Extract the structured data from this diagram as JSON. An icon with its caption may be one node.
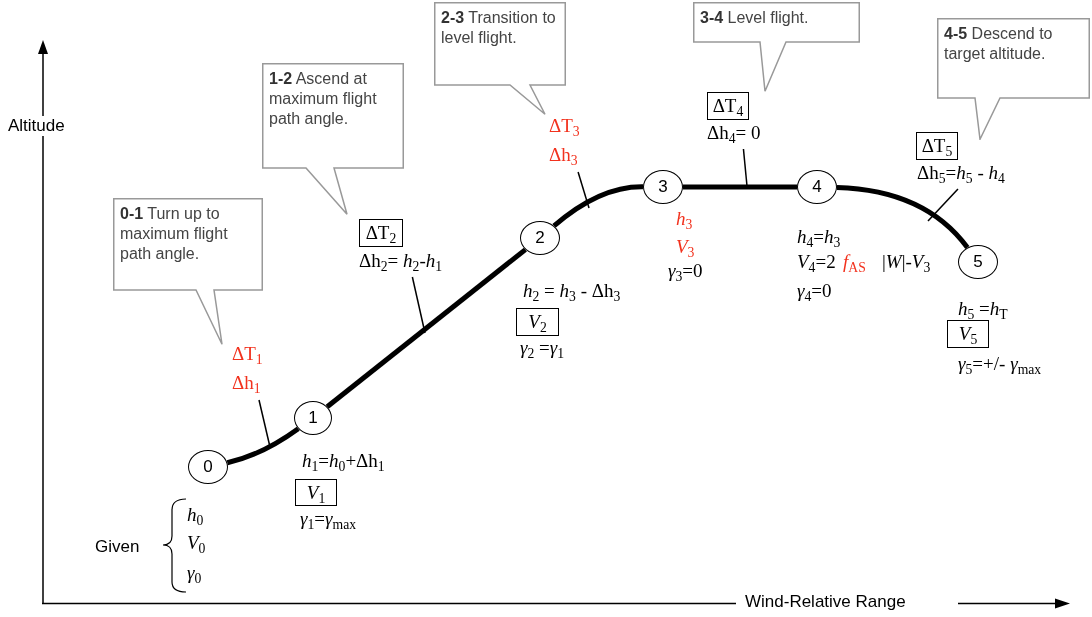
{
  "diagram": {
    "nodes": [
      {
        "text": [
          "0"
        ]
      },
      {
        "text": [
          "1"
        ]
      },
      {
        "text": [
          "2"
        ]
      },
      {
        "text": [
          "3"
        ]
      },
      {
        "text": [
          "4"
        ]
      },
      {
        "text": [
          "5"
        ]
      },
      {
        "text": [
          "**0-1** Turn up to maximum flight path angle."
        ]
      },
      {
        "text": [
          "**1-2** Ascend at maximum flight path angle."
        ]
      },
      {
        "text": [
          "**2-3** Transition to level flight."
        ]
      },
      {
        "text": [
          "**3-4** Level flight."
        ]
      },
      {
        "text": [
          "**4-5** Descend to target altitude."
        ]
      },
      {
        "text": [
          "ΔT$_{1}$",
          "Δh$_{1}$"
        ]
      },
      {
        "text": [
          "ΔT$_{2}$"
        ]
      },
      {
        "text": [
          "Δh$_{2}$= *h*$_{2}$-*h*$_{1}$"
        ]
      },
      {
        "text": [
          "ΔT$_{3}$",
          "Δh$_{3}$"
        ]
      },
      {
        "text": [
          "ΔT$_{4}$"
        ]
      },
      {
        "text": [
          "Δh$_{4}$= 0"
        ]
      },
      {
        "text": [
          "ΔT$_{5}$"
        ]
      },
      {
        "text": [
          "Δh$_{5}$=*h*$_{5}$ - *h*$_{4}$"
        ]
      },
      {
        "text": [
          "*V*$_{1}$"
        ]
      },
      {
        "text": [
          "*V*$_{2}$"
        ]
      },
      {
        "text": [
          "*V*$_{5}$"
        ]
      }
    ],
    "edges": [
      {
        "from": 0,
        "to": 1,
        "arrow": "none",
        "style": "thick"
      },
      {
        "from": 1,
        "to": 2,
        "arrow": "none",
        "style": "thick"
      },
      {
        "from": 2,
        "to": 3,
        "arrow": "none",
        "style": "thick"
      },
      {
        "from": 3,
        "to": 4,
        "arrow": "none",
        "style": "thick"
      },
      {
        "from": 4,
        "to": 5,
        "arrow": "none",
        "style": "thick"
      },
      {
        "from": 11,
        "to": null,
        "arrow": "none"
      },
      {
        "from": 13,
        "to": null,
        "arrow": "none"
      },
      {
        "from": 14,
        "to": null,
        "arrow": "none"
      },
      {
        "from": 16,
        "to": null,
        "arrow": "none"
      },
      {
        "from": 18,
        "to": null,
        "arrow": "none"
      }
    ],
    "labels": [
      "Altitude",
      "Wind-Relative Range",
      "Given",
      "*h*$_{0}$",
      "*V*$_{0}$",
      "*γ*$_{0}$",
      "*h*$_{1}$=*h*$_{0}$+Δh$_{1}$",
      "*γ*$_{1}$=*γ*$_{max}$",
      "*h*$_{2}$ = *h*$_{3}$ - Δh$_{3}$",
      "*γ*$_{2}$ =*γ*$_{1}$",
      "*h*$_{3}$",
      "*V*$_{3}$",
      "*γ*$_{3}$=0",
      "*h*$_{4}$=*h*$_{3}$",
      "*V*$_{4}$=2",
      "*f*$_{AS}$",
      "|*W*|-*V*$_{3}$",
      "*γ*$_{4}$=0",
      "*h*$_{5}$ =*h*$_{T}$",
      "*γ*$_{5}$=+/- *γ*$_{max}$"
    ]
  }
}
